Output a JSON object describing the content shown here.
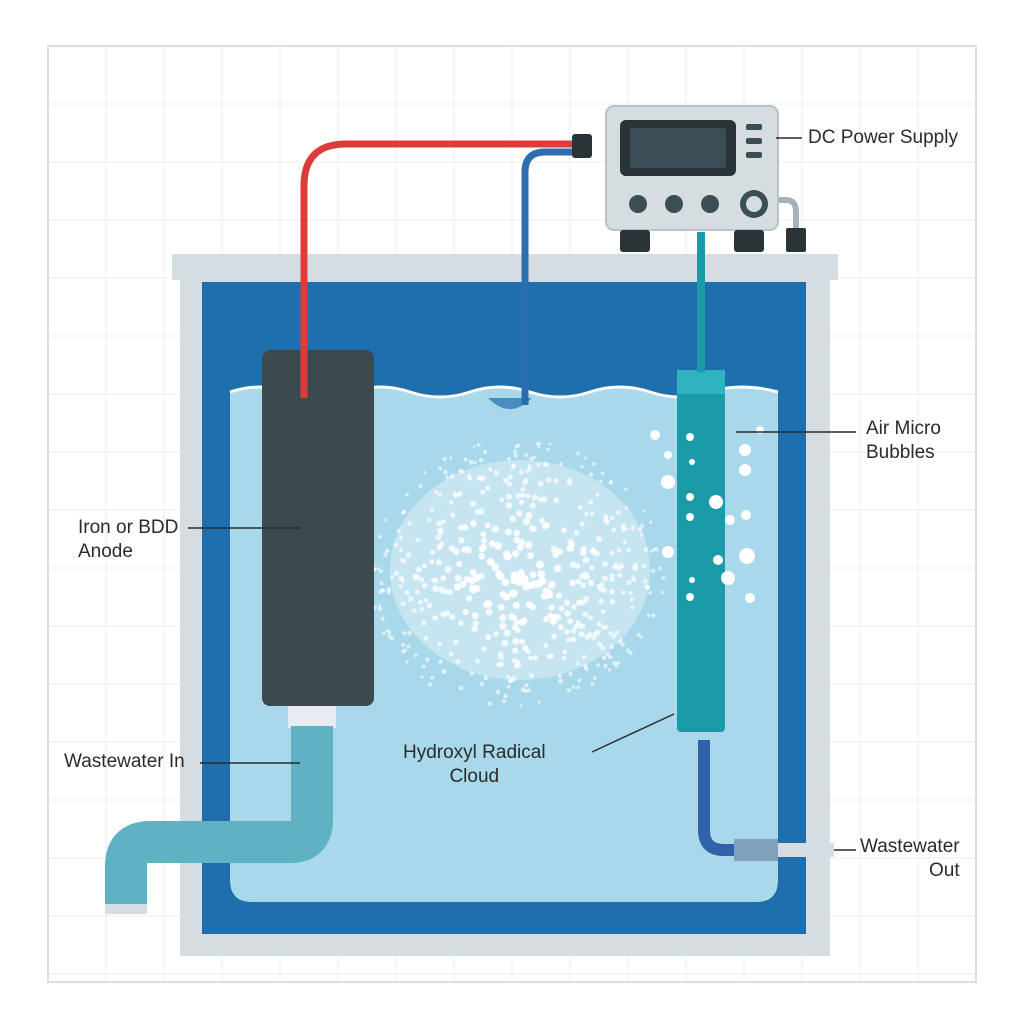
{
  "labels": {
    "power_supply": "DC Power Supply",
    "air_bubbles": [
      "Air Micro",
      "Bubbles"
    ],
    "anode": [
      "Iron or BDD",
      "Anode"
    ],
    "radical_cloud": [
      "Hydroxyl Radical",
      "Cloud"
    ],
    "wastewater_in": "Wastewater In",
    "wastewater_out": [
      "Wastewater",
      "Out"
    ]
  },
  "colors": {
    "tank_wall": "#d5dde2",
    "tank_water_dark": "#1f6fae",
    "tank_water_light": "#a8d8ea",
    "anode": "#3a4a4f",
    "cathode": "#1b9aa8",
    "positive_wire": "#e03b3b",
    "negative_wire": "#2b6fb0",
    "inlet_pipe": "#5fb1c4",
    "outlet_pipe": "#2f62a8",
    "power_supply_body": "#d6dde0",
    "power_supply_screen": "#3b4d55",
    "grid": "#e9eef2"
  },
  "icons": {
    "power_supply": "dc-power-supply-icon",
    "bubbles": "bubble-icon"
  }
}
